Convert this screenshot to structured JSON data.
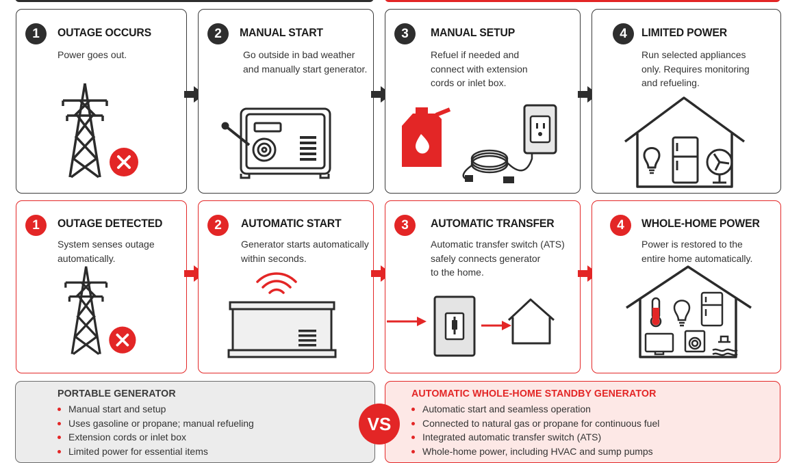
{
  "portable_row": [
    {
      "num": "1",
      "title": "OUTAGE OCCURS",
      "desc": "Power goes out.",
      "icon": "power-tower-x-icon"
    },
    {
      "num": "2",
      "title": "MANUAL START",
      "desc": "Go outside in bad weather\nand manually start generator.",
      "icon": "portable-generator-icon"
    },
    {
      "num": "3",
      "title": "MANUAL SETUP",
      "desc": "Refuel if needed and\nconnect with extension\ncords or inlet box.",
      "icon": "gas-can-cord-outlet-icon"
    },
    {
      "num": "4",
      "title": "LIMITED POWER",
      "desc": "Run selected appliances\nonly. Requires monitoring\nand refueling.",
      "icon": "house-few-appliances-icon"
    }
  ],
  "standby_row": [
    {
      "num": "1",
      "title": "OUTAGE DETECTED",
      "desc": "System senses outage\nautomatically.",
      "icon": "power-tower-x-icon"
    },
    {
      "num": "2",
      "title": "AUTOMATIC START",
      "desc": "Generator starts automatically\nwithin seconds.",
      "icon": "standby-generator-icon"
    },
    {
      "num": "3",
      "title": "AUTOMATIC TRANSFER",
      "desc": "Automatic transfer switch (ATS)\nsafely connects generator\nto the home.",
      "icon": "transfer-switch-icon"
    },
    {
      "num": "4",
      "title": "WHOLE-HOME POWER",
      "desc": "Power is restored to the\nentire home automatically.",
      "icon": "house-all-appliances-icon"
    }
  ],
  "portable_summary": {
    "title": "PORTABLE GENERATOR",
    "items": [
      "Manual start and setup",
      "Uses gasoline or propane; manual refueling",
      "Extension cords or inlet box",
      "Limited power for essential items"
    ]
  },
  "standby_summary": {
    "title": "AUTOMATIC WHOLE-HOME STANDBY GENERATOR",
    "items": [
      "Automatic start and seamless operation",
      "Connected to natural gas or propane for continuous fuel",
      "Integrated automatic transfer switch (ATS)",
      "Whole-home power, including HVAC and sump pumps"
    ]
  },
  "vs_label": "VS",
  "colors": {
    "accent": "#e32626",
    "dark": "#2e2e2e",
    "gray_panel": "#ececec",
    "pink_panel": "#fde8e6"
  }
}
